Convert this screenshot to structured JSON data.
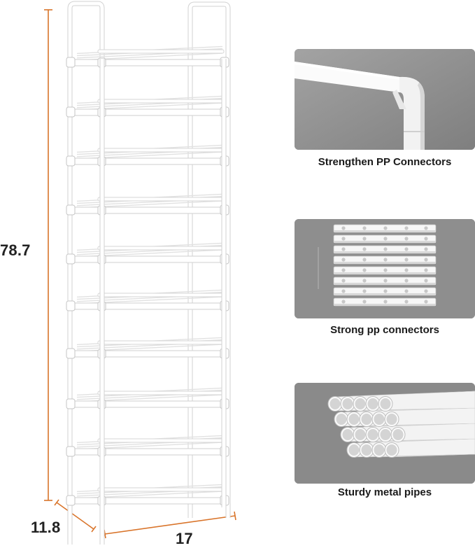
{
  "dimensions": {
    "height": "78.7",
    "depth": "11.8",
    "width": "17",
    "line_color": "#d9742a"
  },
  "features": [
    {
      "caption": "Strengthen PP Connectors",
      "icon": "corner-connector-icon"
    },
    {
      "caption": "Strong pp connectors",
      "icon": "connector-strip-icon"
    },
    {
      "caption": "Sturdy metal pipes",
      "icon": "pipe-bundle-icon"
    }
  ],
  "product": {
    "shelf_count": 10,
    "color": "#ffffff"
  }
}
